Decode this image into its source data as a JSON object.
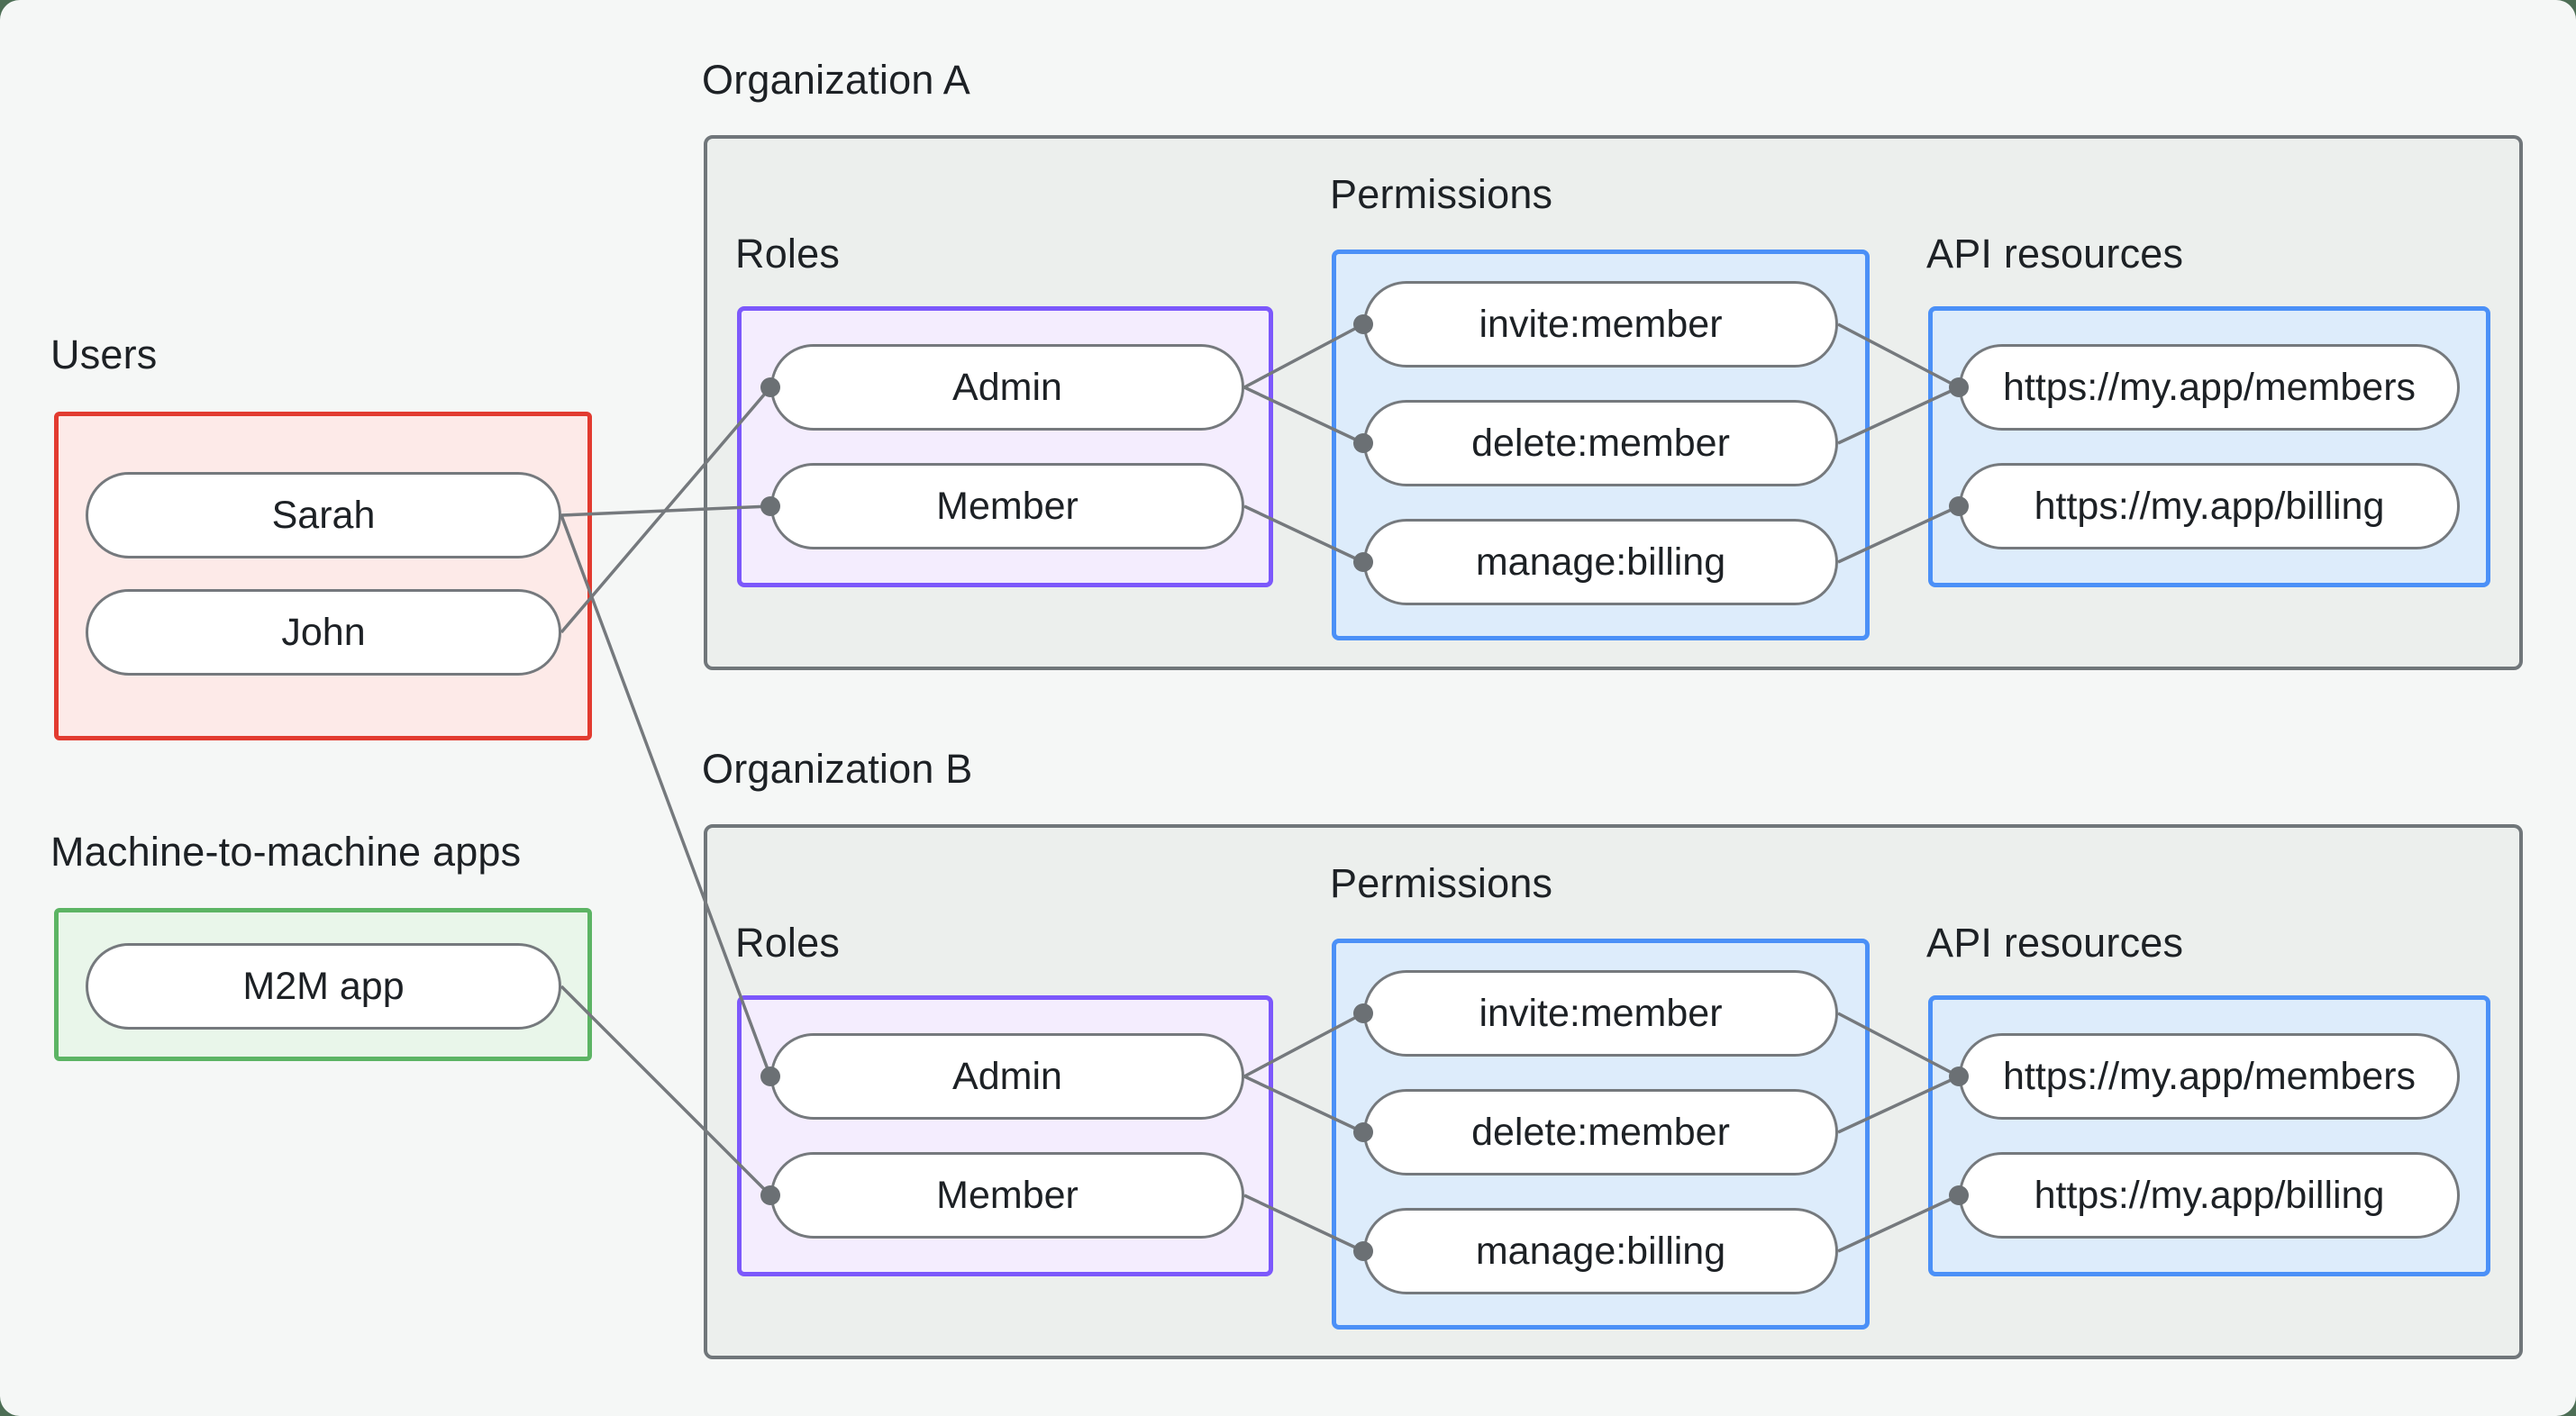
{
  "users": {
    "label": "Users",
    "items": [
      {
        "id": "user-sarah",
        "label": "Sarah"
      },
      {
        "id": "user-john",
        "label": "John"
      }
    ]
  },
  "m2m": {
    "label": "Machine-to-machine apps",
    "items": [
      {
        "id": "app-m2m",
        "label": "M2M app"
      }
    ]
  },
  "orgs": [
    {
      "title": "Organization A",
      "roles_label": "Roles",
      "permissions_label": "Permissions",
      "api_resources_label": "API resources",
      "roles": [
        {
          "id": "org-a-role-admin",
          "label": "Admin"
        },
        {
          "id": "org-a-role-member",
          "label": "Member"
        }
      ],
      "permissions": [
        {
          "id": "org-a-perm-invite",
          "label": "invite:member"
        },
        {
          "id": "org-a-perm-delete",
          "label": "delete:member"
        },
        {
          "id": "org-a-perm-manage",
          "label": "manage:billing"
        }
      ],
      "resources": [
        {
          "id": "org-a-res-members",
          "label": "https://my.app/members"
        },
        {
          "id": "org-a-res-billing",
          "label": "https://my.app/billing"
        }
      ]
    },
    {
      "title": "Organization B",
      "roles_label": "Roles",
      "permissions_label": "Permissions",
      "api_resources_label": "API resources",
      "roles": [
        {
          "id": "org-b-role-admin",
          "label": "Admin"
        },
        {
          "id": "org-b-role-member",
          "label": "Member"
        }
      ],
      "permissions": [
        {
          "id": "org-b-perm-invite",
          "label": "invite:member"
        },
        {
          "id": "org-b-perm-delete",
          "label": "delete:member"
        },
        {
          "id": "org-b-perm-manage",
          "label": "manage:billing"
        }
      ],
      "resources": [
        {
          "id": "org-b-res-members",
          "label": "https://my.app/members"
        },
        {
          "id": "org-b-res-billing",
          "label": "https://my.app/billing"
        }
      ]
    }
  ],
  "edges": [
    [
      "user-john",
      "org-a-role-admin"
    ],
    [
      "user-sarah",
      "org-a-role-member"
    ],
    [
      "user-sarah",
      "org-b-role-admin"
    ],
    [
      "app-m2m",
      "org-b-role-member"
    ],
    [
      "org-a-role-admin",
      "org-a-perm-invite"
    ],
    [
      "org-a-role-admin",
      "org-a-perm-delete"
    ],
    [
      "org-a-role-member",
      "org-a-perm-manage"
    ],
    [
      "org-a-perm-invite",
      "org-a-res-members"
    ],
    [
      "org-a-perm-delete",
      "org-a-res-members"
    ],
    [
      "org-a-perm-manage",
      "org-a-res-billing"
    ],
    [
      "org-b-role-admin",
      "org-b-perm-invite"
    ],
    [
      "org-b-role-admin",
      "org-b-perm-delete"
    ],
    [
      "org-b-role-member",
      "org-b-perm-manage"
    ],
    [
      "org-b-perm-invite",
      "org-b-res-members"
    ],
    [
      "org-b-perm-delete",
      "org-b-res-members"
    ],
    [
      "org-b-perm-manage",
      "org-b-res-billing"
    ]
  ],
  "colors": {
    "page_bg": "#f5f7f6",
    "frame_bg": "#4d6e55",
    "text": "#1d2125",
    "container_fill": "#ecefed",
    "container_border": "#70767a",
    "users_border": "#e23b30",
    "users_fill": "#fdeae8",
    "m2m_border": "#5cb464",
    "m2m_fill": "#e9f6ea",
    "roles_border": "#7c58fb",
    "roles_fill": "#f4edfe",
    "blue_border": "#4b90f7",
    "blue_fill": "#ddecfb",
    "pill_border": "#75797d",
    "connector_line": "#75797d",
    "connector_dot": "#6b7074"
  }
}
